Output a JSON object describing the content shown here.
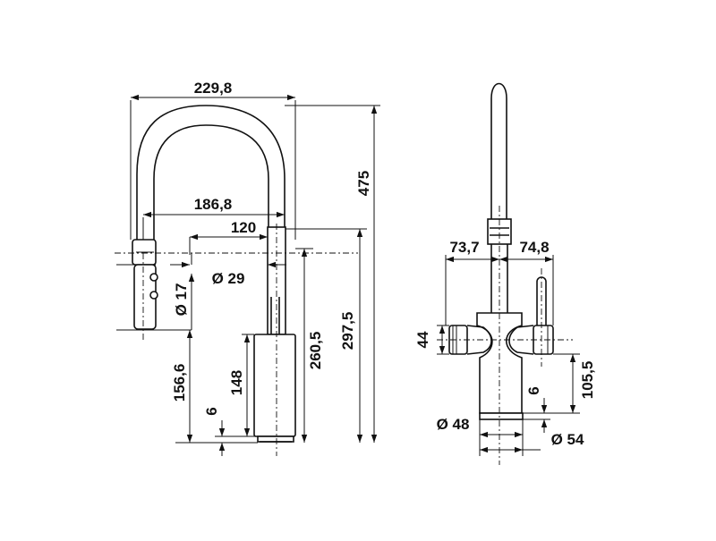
{
  "side_view": {
    "width_overall": "229,8",
    "width_spray": "186,8",
    "reach": "120",
    "diam_spray": "Ø 29",
    "diam_hose": "Ø 17",
    "height_total": "475",
    "height_spout": "297,5",
    "height_outlet": "260,5",
    "height_holder": "156,6",
    "height_lever": "148",
    "base_thickness": "6"
  },
  "front_view": {
    "left_offset": "73,7",
    "right_offset": "74,8",
    "handle_height": "44",
    "right_handle_height": "105,5",
    "base_thickness": "6",
    "diam_body": "Ø 48",
    "diam_base": "Ø 54"
  }
}
